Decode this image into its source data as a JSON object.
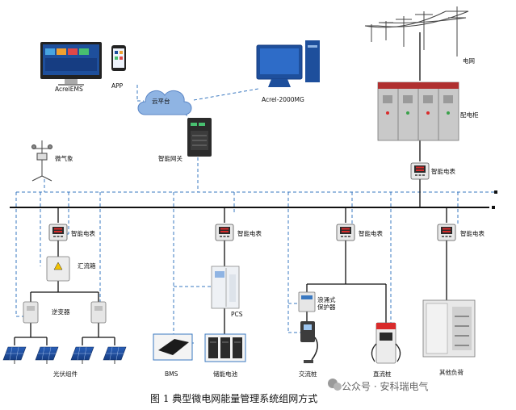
{
  "labels": {
    "acrel_ems": "AcrelEMS",
    "app": "APP",
    "cloud": "云平台",
    "acrel_2000mg": "Acrel-2000MG",
    "grid": "电网",
    "switchgear": "配电柜",
    "gateway": "智能网关",
    "weather": "微气象",
    "meter_main": "智能电表",
    "meter_pv": "智能电表",
    "meter_storage": "智能电表",
    "meter_charging": "智能电表",
    "meter_load": "智能电表",
    "combiner_box": "汇流箱",
    "inverter": "逆变器",
    "pv_modules": "光伏组件",
    "pcs": "PCS",
    "bms": "BMS",
    "battery": "储能电池",
    "dc_protector": "浪涌式\n保护器",
    "ac_pile": "交流桩",
    "dc_pile": "直流桩",
    "other_load": "其他负荷"
  },
  "caption": "图 1  典型微电网能量管理系统组网方式",
  "watermark": "公众号 · 安科瑞电气",
  "colors": {
    "bus": "#111111",
    "comm": "#3a78c0",
    "cloud_fill": "#8fb4e3",
    "device_gray": "#c9c9c9",
    "meter_red": "#d92b2b",
    "screen_blue": "#1e4f9c"
  }
}
